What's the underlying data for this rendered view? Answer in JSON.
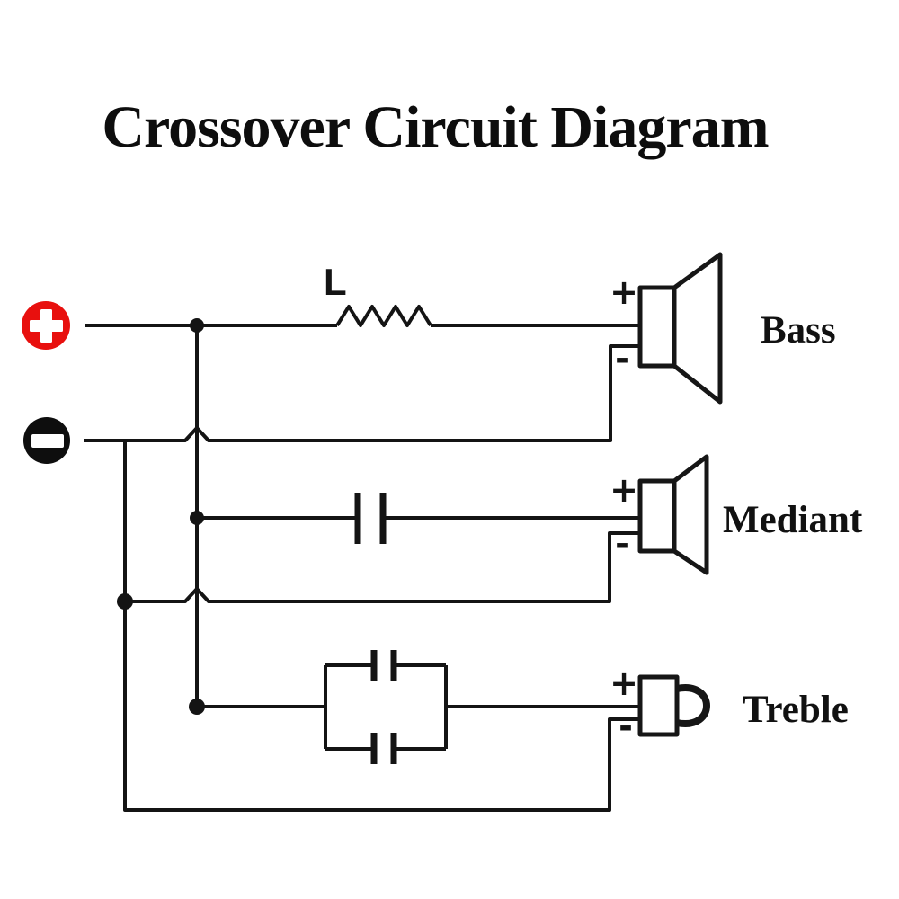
{
  "title": "Crossover Circuit Diagram",
  "colors": {
    "positive_terminal": "#e8100e",
    "negative_terminal": "#0e0e0e",
    "wire": "#141414",
    "background": "#ffffff"
  },
  "source_terminals": {
    "positive_symbol": "+",
    "negative_symbol": "-"
  },
  "inductor": {
    "label": "L"
  },
  "speakers": [
    {
      "name": "Bass",
      "plus": "+",
      "minus": "-"
    },
    {
      "name": "Mediant",
      "plus": "+",
      "minus": "-"
    },
    {
      "name": "Treble",
      "plus": "+",
      "minus": "-"
    }
  ]
}
